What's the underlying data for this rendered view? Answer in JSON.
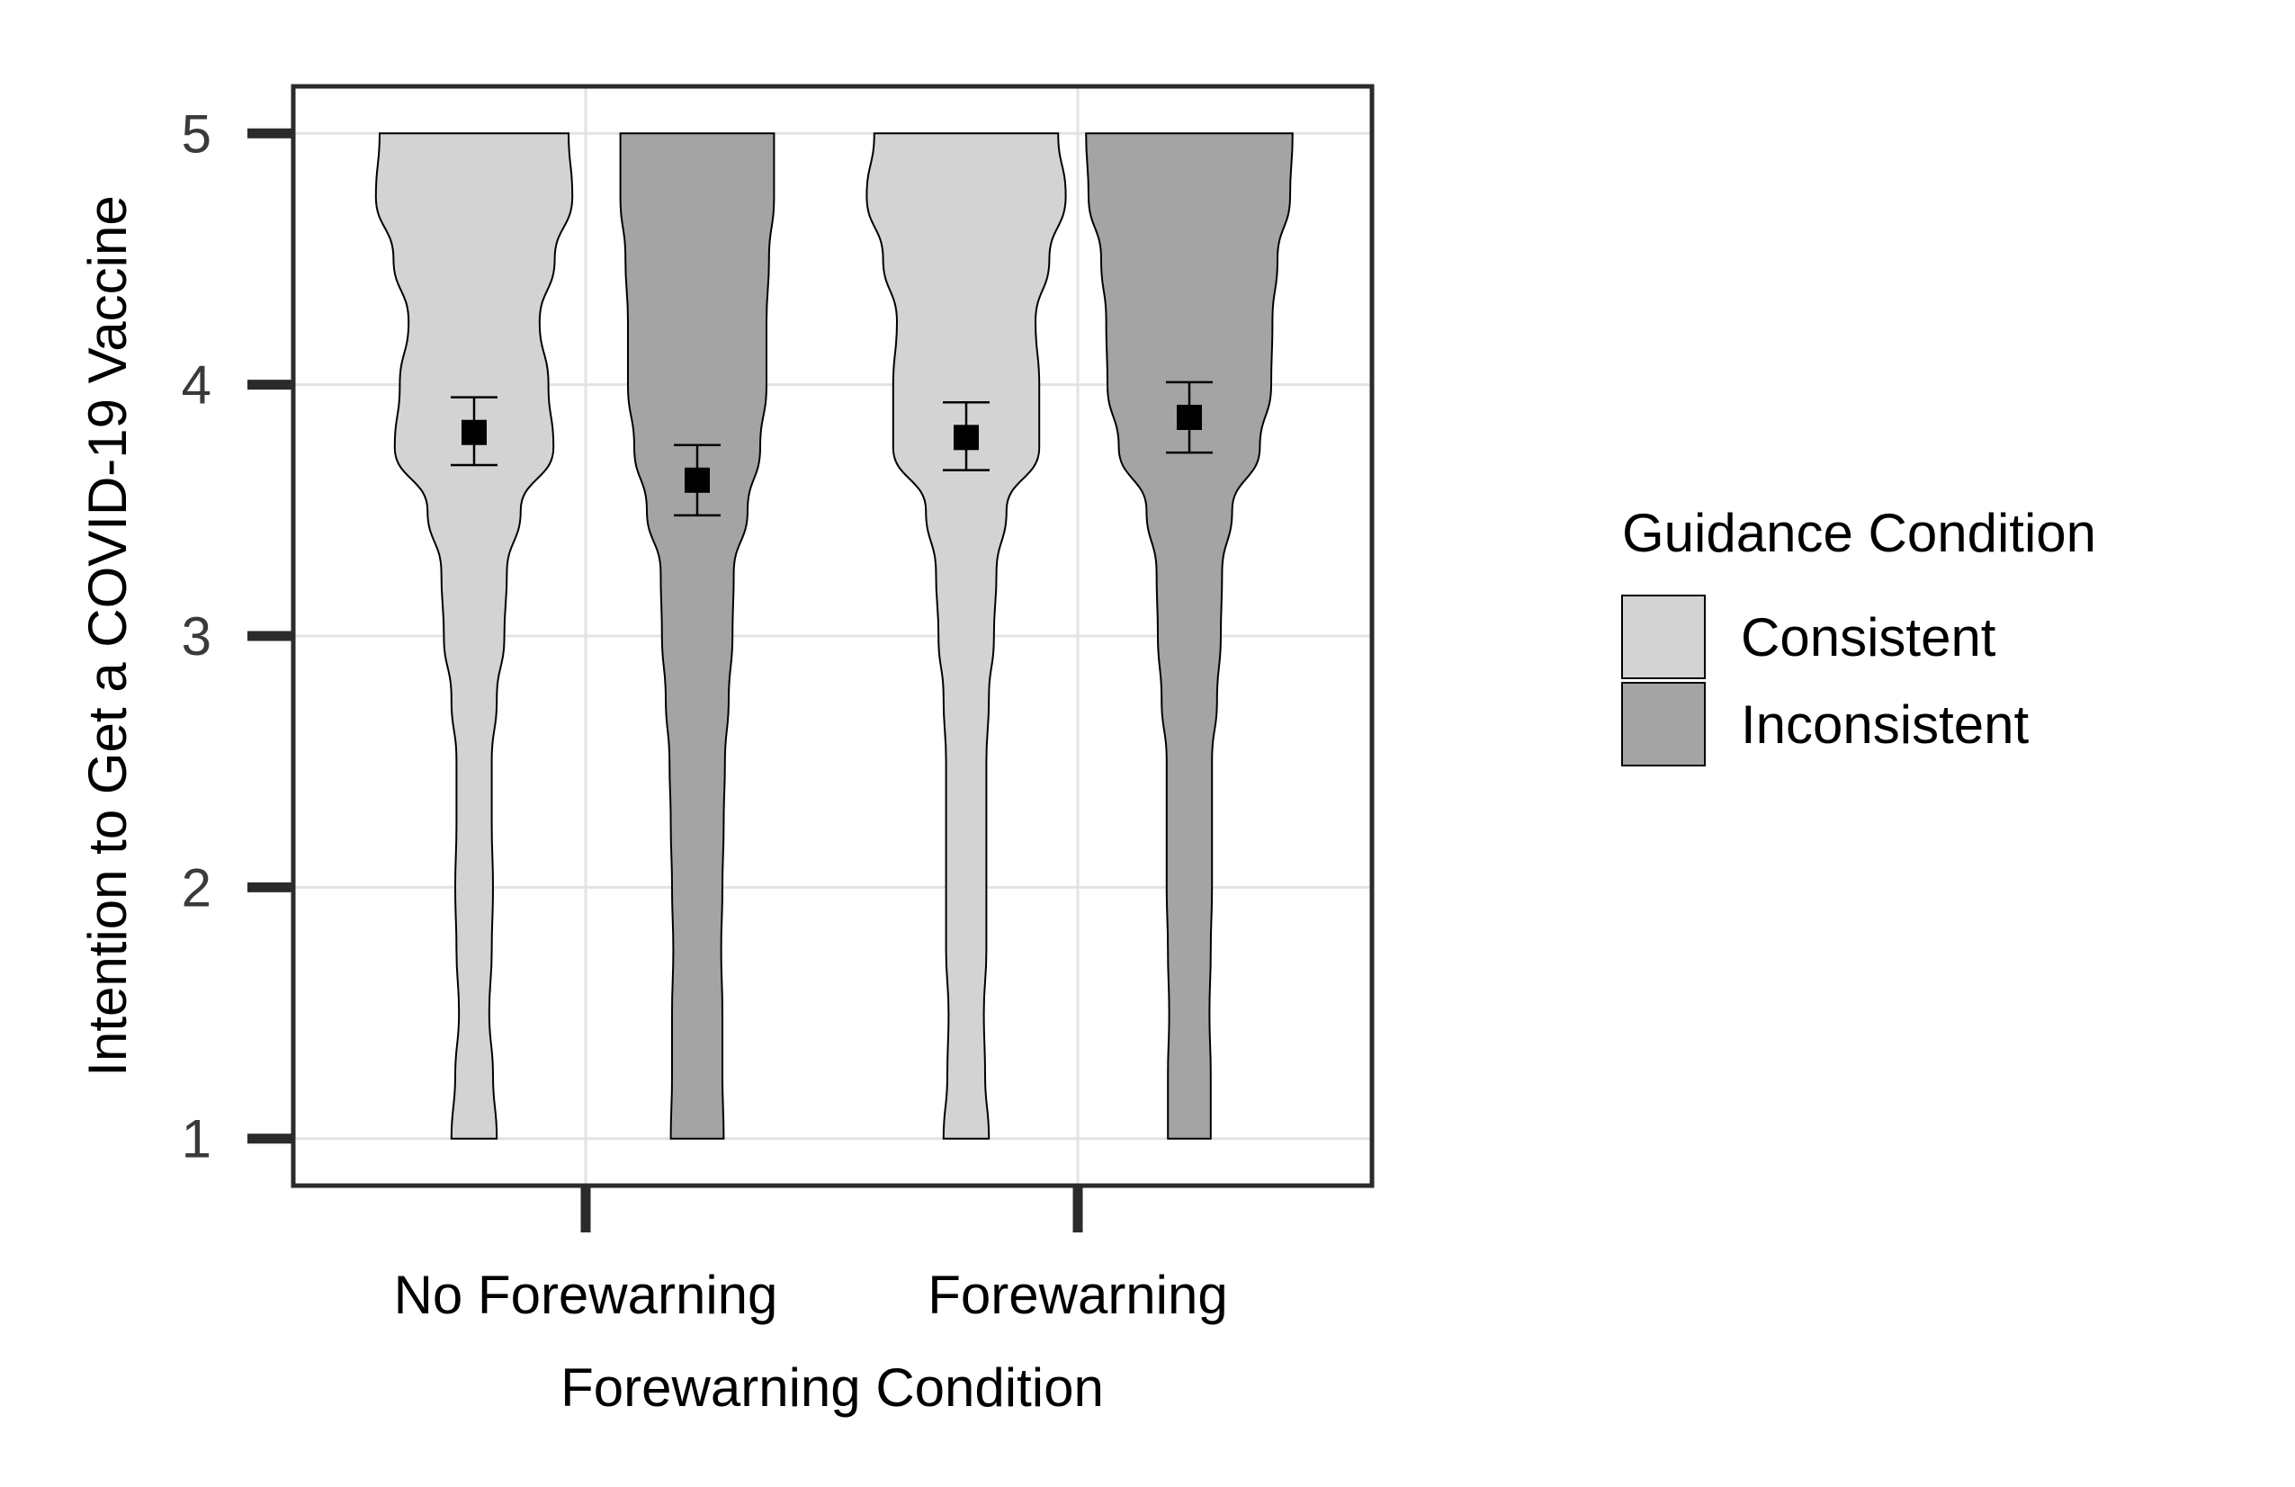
{
  "chart_data": {
    "type": "violin",
    "xlabel": "Forewarning Condition",
    "ylabel": "Intention to Get a COVID-19 Vaccine",
    "ylim": [
      0.82,
      5.18
    ],
    "y_ticks": [
      1,
      2,
      3,
      4,
      5
    ],
    "categories": [
      "No Forewarning",
      "Forewarning"
    ],
    "grid": true,
    "legend": {
      "title": "Guidance Condition",
      "position": "right",
      "entries": [
        "Consistent",
        "Inconsistent"
      ]
    },
    "series": [
      {
        "name": "Consistent",
        "color": "#d3d3d3",
        "groups": [
          {
            "category": "No Forewarning",
            "mean": 3.81,
            "ci_low": 3.68,
            "ci_high": 3.95,
            "density": [
              [
                1.0,
                0.18
              ],
              [
                1.25,
                0.15
              ],
              [
                1.5,
                0.12
              ],
              [
                1.75,
                0.14
              ],
              [
                2.0,
                0.15
              ],
              [
                2.25,
                0.14
              ],
              [
                2.5,
                0.14
              ],
              [
                2.75,
                0.18
              ],
              [
                3.0,
                0.24
              ],
              [
                3.25,
                0.26
              ],
              [
                3.5,
                0.37
              ],
              [
                3.75,
                0.63
              ],
              [
                4.0,
                0.59
              ],
              [
                4.25,
                0.52
              ],
              [
                4.5,
                0.64
              ],
              [
                4.75,
                0.78
              ],
              [
                5.0,
                0.75
              ]
            ]
          },
          {
            "category": "Forewarning",
            "mean": 3.79,
            "ci_low": 3.66,
            "ci_high": 3.93,
            "density": [
              [
                1.0,
                0.18
              ],
              [
                1.25,
                0.15
              ],
              [
                1.5,
                0.14
              ],
              [
                1.75,
                0.16
              ],
              [
                2.0,
                0.16
              ],
              [
                2.25,
                0.16
              ],
              [
                2.5,
                0.16
              ],
              [
                2.75,
                0.18
              ],
              [
                3.0,
                0.22
              ],
              [
                3.25,
                0.24
              ],
              [
                3.5,
                0.32
              ],
              [
                3.75,
                0.58
              ],
              [
                4.0,
                0.58
              ],
              [
                4.25,
                0.55
              ],
              [
                4.5,
                0.66
              ],
              [
                4.75,
                0.79
              ],
              [
                5.0,
                0.73
              ]
            ]
          }
        ]
      },
      {
        "name": "Inconsistent",
        "color": "#a4a4a4",
        "groups": [
          {
            "category": "No Forewarning",
            "mean": 3.62,
            "ci_low": 3.48,
            "ci_high": 3.76,
            "density": [
              [
                1.0,
                0.21
              ],
              [
                1.25,
                0.2
              ],
              [
                1.5,
                0.2
              ],
              [
                1.75,
                0.19
              ],
              [
                2.0,
                0.2
              ],
              [
                2.25,
                0.21
              ],
              [
                2.5,
                0.22
              ],
              [
                2.75,
                0.25
              ],
              [
                3.0,
                0.28
              ],
              [
                3.25,
                0.29
              ],
              [
                3.5,
                0.4
              ],
              [
                3.75,
                0.5
              ],
              [
                4.0,
                0.55
              ],
              [
                4.25,
                0.55
              ],
              [
                4.5,
                0.57
              ],
              [
                4.75,
                0.61
              ],
              [
                5.0,
                0.61
              ]
            ]
          },
          {
            "category": "Forewarning",
            "mean": 3.87,
            "ci_low": 3.73,
            "ci_high": 4.01,
            "density": [
              [
                1.0,
                0.17
              ],
              [
                1.25,
                0.17
              ],
              [
                1.5,
                0.16
              ],
              [
                1.75,
                0.17
              ],
              [
                2.0,
                0.18
              ],
              [
                2.25,
                0.18
              ],
              [
                2.5,
                0.18
              ],
              [
                2.75,
                0.22
              ],
              [
                3.0,
                0.25
              ],
              [
                3.25,
                0.26
              ],
              [
                3.5,
                0.34
              ],
              [
                3.75,
                0.56
              ],
              [
                4.0,
                0.65
              ],
              [
                4.25,
                0.66
              ],
              [
                4.5,
                0.7
              ],
              [
                4.75,
                0.8
              ],
              [
                5.0,
                0.82
              ]
            ]
          }
        ]
      }
    ]
  }
}
